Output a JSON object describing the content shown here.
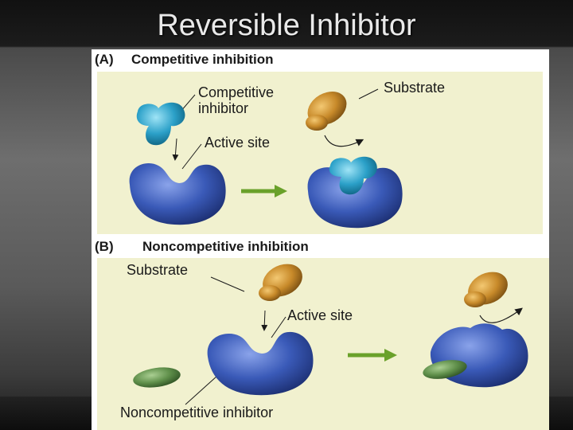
{
  "slide": {
    "title": "Reversible Inhibitor"
  },
  "figure": {
    "panel_a": {
      "letter": "(A)",
      "heading": "Competitive inhibition",
      "label_inhibitor_line1": "Competitive",
      "label_inhibitor_line2": "inhibitor",
      "label_substrate": "Substrate",
      "label_active_site": "Active site"
    },
    "panel_b": {
      "letter": "(B)",
      "heading": "Noncompetitive inhibition",
      "label_substrate": "Substrate",
      "label_active_site": "Active site",
      "label_inhibitor": "Noncompetitive inhibitor"
    }
  },
  "colors": {
    "panel_background": "#f1f1cf",
    "enzyme": "#3a5ab8",
    "substrate": "#c88a2a",
    "competitive_inhibitor": "#2ba0c8",
    "noncompetitive_inhibitor": "#5f8f4a",
    "arrow": "#6aa12a"
  }
}
